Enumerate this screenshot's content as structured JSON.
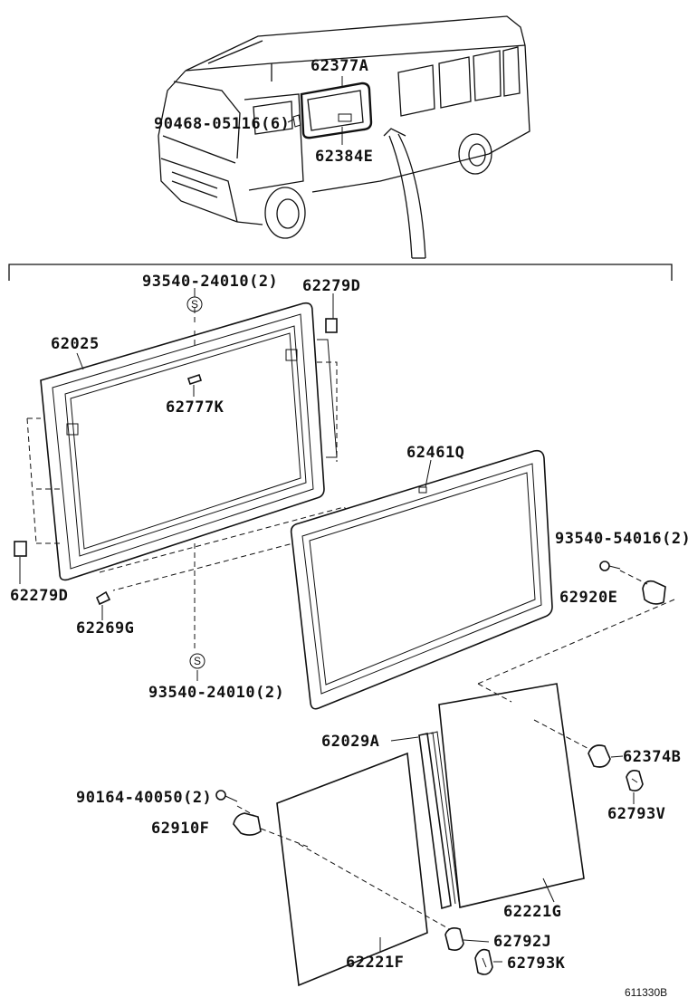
{
  "labels": {
    "p62377A": "62377A",
    "p90468": "90468-05116(6)",
    "p62384E": "62384E",
    "p93540_top": "93540-24010(2)",
    "p62279D_top": "62279D",
    "p62025": "62025",
    "p62777K": "62777K",
    "p62461Q": "62461Q",
    "p93540_54016": "93540-54016(2)",
    "p62920E": "62920E",
    "p62279D_left": "62279D",
    "p62269G": "62269G",
    "p93540_bottom": "93540-24010(2)",
    "p62029A": "62029A",
    "p62374B": "62374B",
    "p90164": "90164-40050(2)",
    "p62793V": "62793V",
    "p62910F": "62910F",
    "p62221G": "62221G",
    "p62792J": "62792J",
    "p62793K": "62793K",
    "p62221F": "62221F",
    "ref": "611330B",
    "clip_s": "S"
  }
}
